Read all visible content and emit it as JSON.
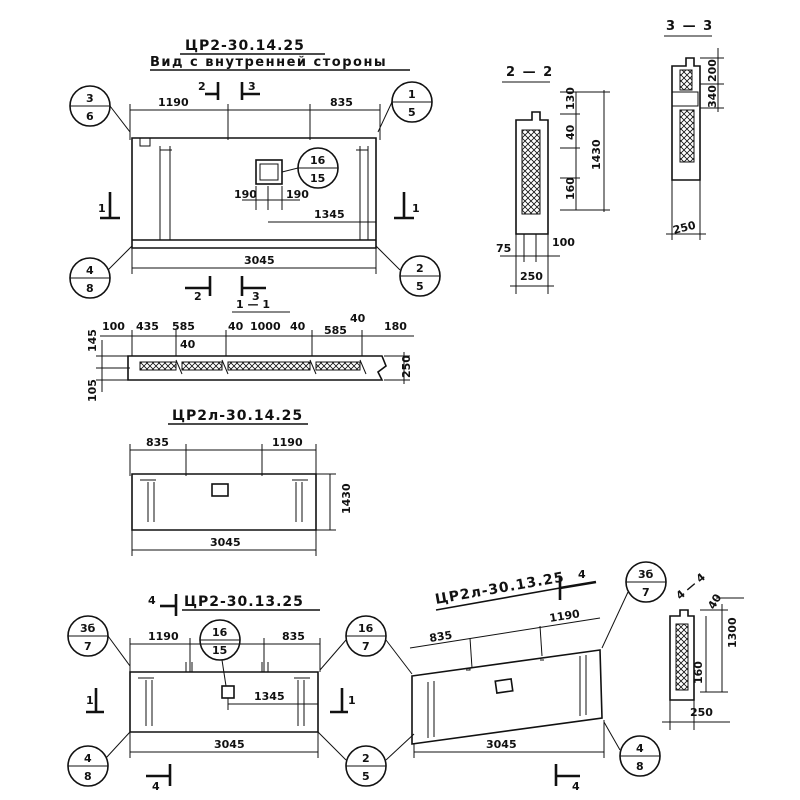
{
  "panel_a": {
    "title": "ЦР2-30.14.25",
    "subtitle": "Вид с внутренней стороны",
    "dims": {
      "left": "1190",
      "right": "835",
      "hole_w1": "190",
      "hole_w2": "190",
      "hole_pos": "1345",
      "total": "3045"
    },
    "section_marks": {
      "s2": "2",
      "s3": "3",
      "s1": "1"
    },
    "callouts": {
      "tl_top": "3",
      "tl_bot": "6",
      "tr_top": "1",
      "tr_bot": "5",
      "hole_top": "16",
      "hole_bot": "15",
      "bl_top": "4",
      "bl_bot": "8",
      "br_top": "2",
      "br_bot": "5"
    }
  },
  "section_1_1": {
    "label": "1 — 1",
    "dims": [
      "100",
      "435",
      "585",
      "40",
      "1000",
      "40",
      "585",
      "40",
      "180"
    ],
    "extra": "40",
    "left_top": "145",
    "left_bot": "105",
    "height": "250"
  },
  "section_2_2": {
    "label": "2 — 2",
    "dims": {
      "top": "130",
      "mid": "40",
      "low": "160",
      "height": "1430",
      "left": "75",
      "right": "100",
      "width": "250"
    }
  },
  "section_3_3": {
    "label": "3 — 3",
    "dims": {
      "top": "200",
      "mid": "340",
      "width": "250"
    }
  },
  "panel_b": {
    "title": "ЦР2л-30.14.25",
    "dims": {
      "left": "835",
      "right": "1190",
      "height": "1430",
      "total": "3045"
    }
  },
  "panel_c": {
    "title": "ЦР2-30.13.25",
    "mark4": "4",
    "dims": {
      "left": "1190",
      "right": "835",
      "hole_pos": "1345",
      "total": "3045"
    },
    "callouts": {
      "tl_top": "3б",
      "tl_bot": "7",
      "hole_top": "16",
      "hole_bot": "15",
      "bl_top": "4",
      "bl_bot": "8"
    },
    "marks": {
      "s1": "1",
      "s4": "4"
    }
  },
  "mid_callouts": {
    "top_top": "16",
    "top_bot": "7",
    "bot_top": "2",
    "bot_bot": "5"
  },
  "panel_d": {
    "title": "ЦР2л-30.13.25",
    "mark4": "4",
    "dims": {
      "left": "835",
      "right": "1190",
      "total": "3045"
    },
    "callouts": {
      "tr_top": "3б",
      "tr_bot": "7",
      "br_top": "4",
      "br_bot": "8"
    }
  },
  "section_4_4": {
    "label": "4 — 4",
    "dims": {
      "top": "40",
      "height": "1300",
      "mid": "160",
      "width": "250"
    }
  }
}
